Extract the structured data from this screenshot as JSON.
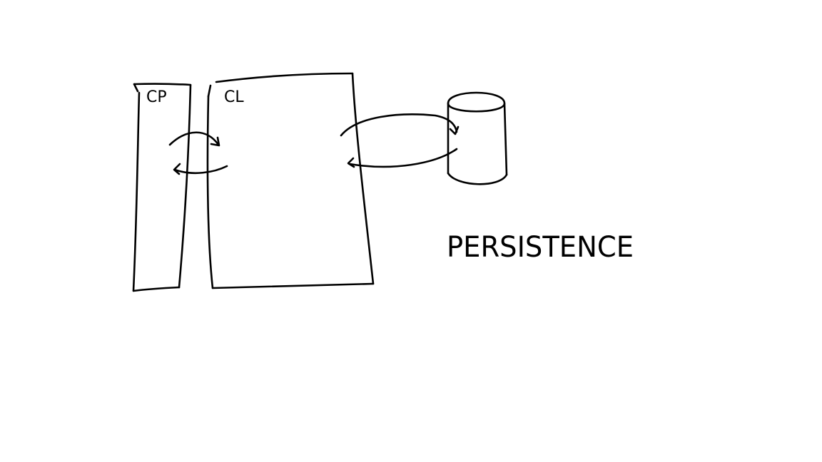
{
  "diagram": {
    "nodes": [
      {
        "id": "cp",
        "label": "CP"
      },
      {
        "id": "cl",
        "label": "CL"
      },
      {
        "id": "db",
        "label": ""
      }
    ],
    "edges": [
      {
        "from": "cp",
        "to": "cl",
        "style": "two-way-curved-arrows"
      },
      {
        "from": "cl",
        "to": "db",
        "style": "two-way-curved-arrows"
      }
    ],
    "caption": "PERSISTENCE",
    "colors": {
      "ink": "#000000",
      "background": "#ffffff"
    }
  }
}
